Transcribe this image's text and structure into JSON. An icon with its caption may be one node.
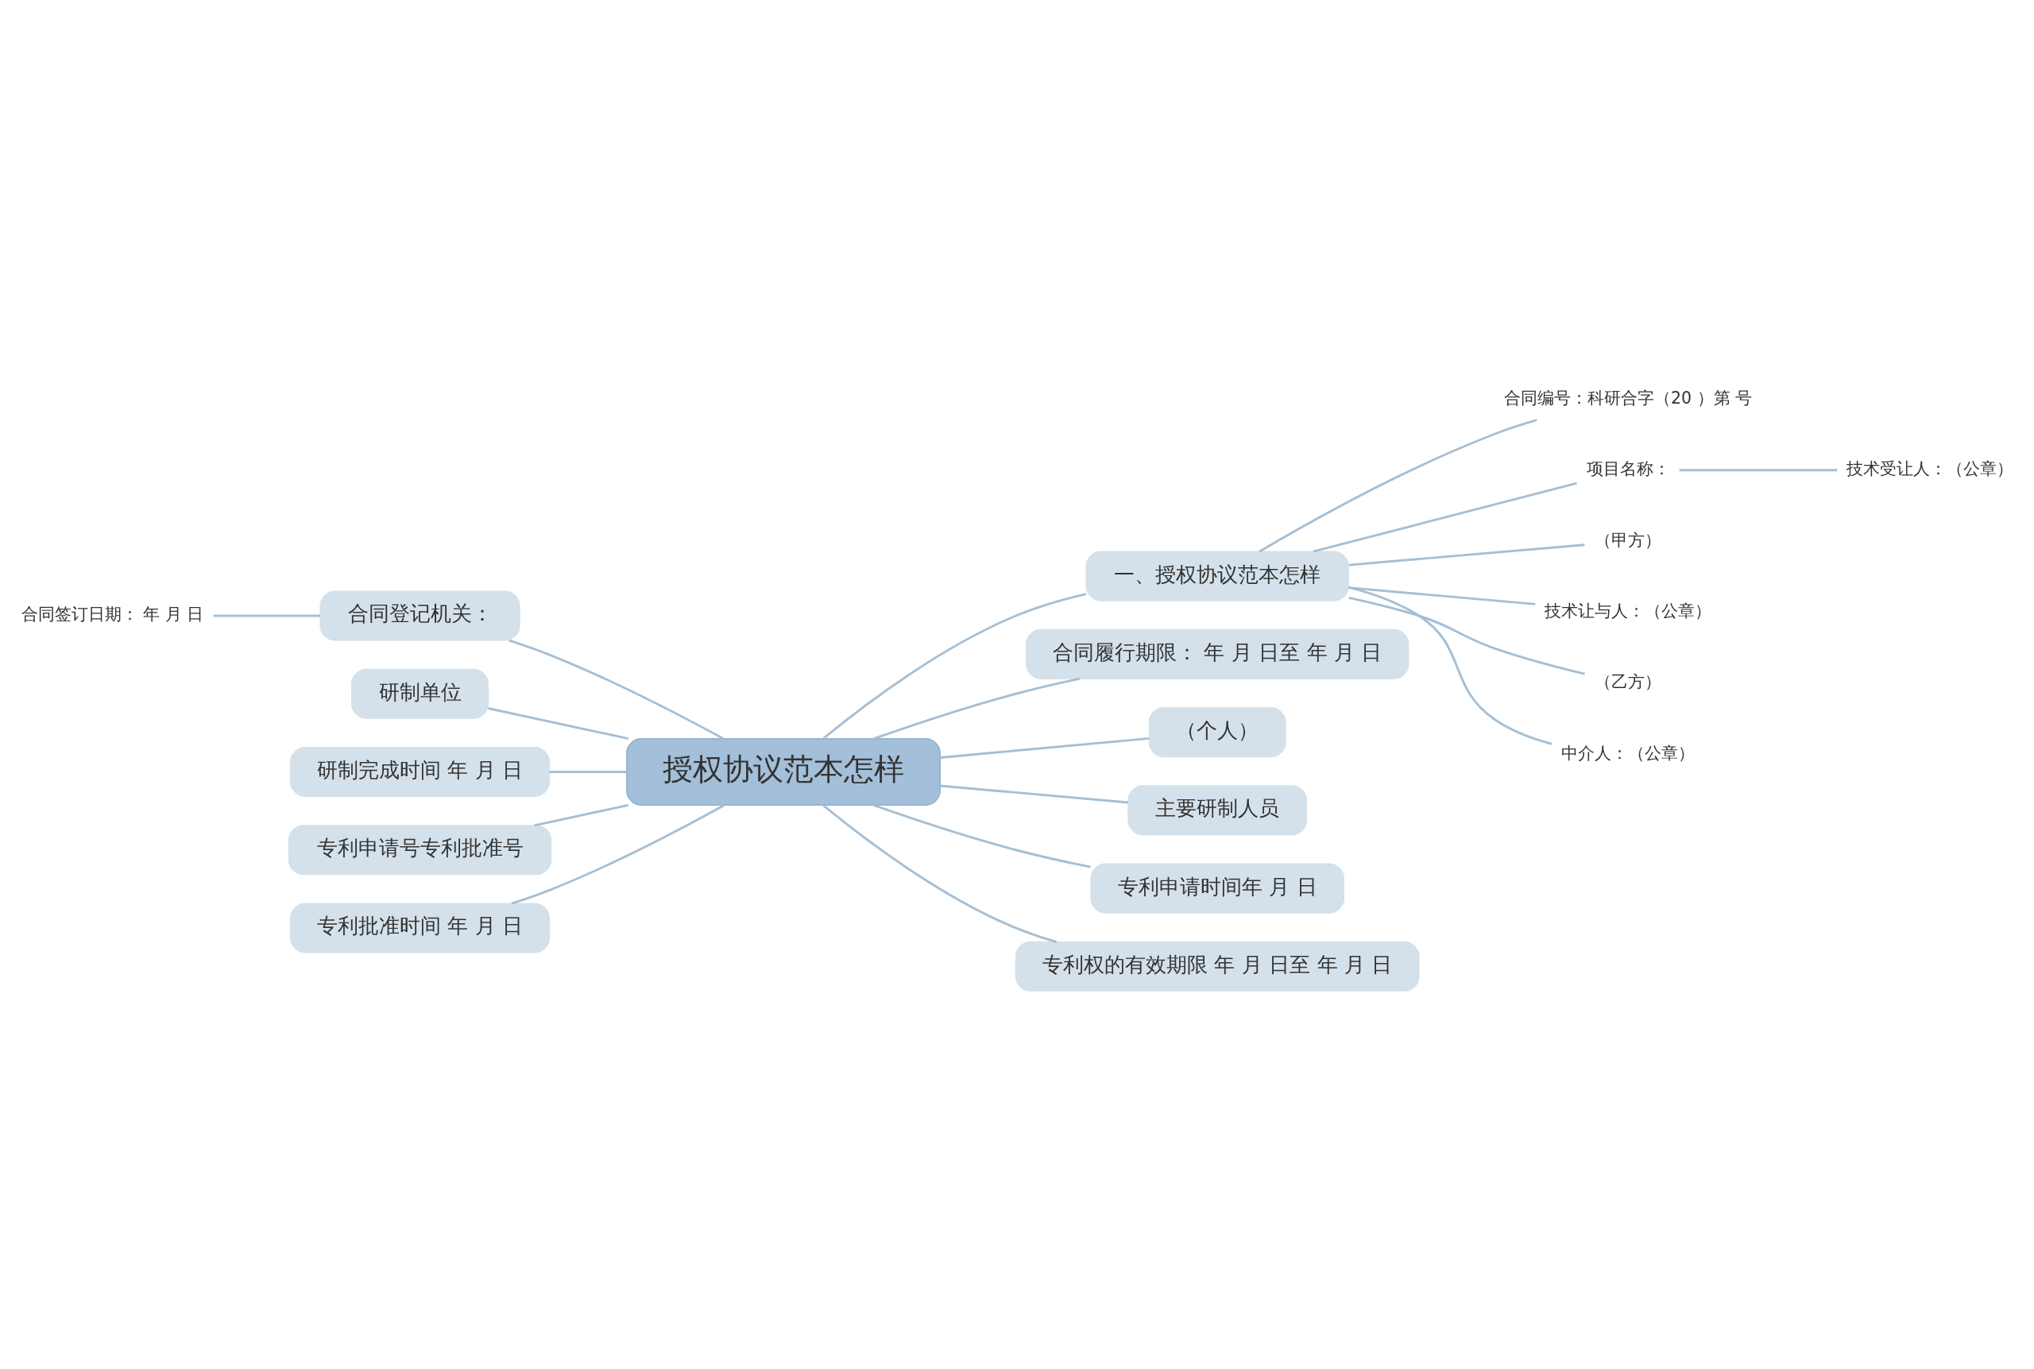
{
  "diagram": {
    "nodes": [
      {
        "text": [
          "授权协议范本怎样"
        ]
      },
      {
        "text": [
          "一、授权协议范本怎样"
        ]
      },
      {
        "text": [
          "合同编号：科研合字（20 ）第 号"
        ]
      },
      {
        "text": [
          "项目名称："
        ]
      },
      {
        "text": [
          "技术受让人：（公章）"
        ]
      },
      {
        "text": [
          "（甲方）"
        ]
      },
      {
        "text": [
          "技术让与人：（公章）"
        ]
      },
      {
        "text": [
          "（乙方）"
        ]
      },
      {
        "text": [
          "中介人：（公章）"
        ]
      },
      {
        "text": [
          "合同履行期限： 年 月 日至 年 月 日"
        ]
      },
      {
        "text": [
          "（个人）"
        ]
      },
      {
        "text": [
          "主要研制人员"
        ]
      },
      {
        "text": [
          "专利申请时间年 月 日"
        ]
      },
      {
        "text": [
          "专利权的有效期限 年 月 日至 年 月 日"
        ]
      },
      {
        "text": [
          "合同登记机关："
        ]
      },
      {
        "text": [
          "合同签订日期： 年 月 日"
        ]
      },
      {
        "text": [
          "研制单位"
        ]
      },
      {
        "text": [
          "研制完成时间 年 月 日"
        ]
      },
      {
        "text": [
          "专利申请号专利批准号"
        ]
      },
      {
        "text": [
          "专利批准时间 年 月 日"
        ]
      }
    ],
    "edges": [
      {
        "from": 0,
        "to": 1,
        "arrow": "none"
      },
      {
        "from": 1,
        "to": 2,
        "arrow": "none"
      },
      {
        "from": 1,
        "to": 3,
        "arrow": "none"
      },
      {
        "from": 3,
        "to": 4,
        "arrow": "none"
      },
      {
        "from": 1,
        "to": 5,
        "arrow": "none"
      },
      {
        "from": 1,
        "to": 6,
        "arrow": "none"
      },
      {
        "from": 1,
        "to": 7,
        "arrow": "none"
      },
      {
        "from": 1,
        "to": 8,
        "arrow": "none"
      },
      {
        "from": 0,
        "to": 9,
        "arrow": "none"
      },
      {
        "from": 0,
        "to": 10,
        "arrow": "none"
      },
      {
        "from": 0,
        "to": 11,
        "arrow": "none"
      },
      {
        "from": 0,
        "to": 12,
        "arrow": "none"
      },
      {
        "from": 0,
        "to": 13,
        "arrow": "none"
      },
      {
        "from": 0,
        "to": 14,
        "arrow": "none"
      },
      {
        "from": 14,
        "to": 15,
        "arrow": "none"
      },
      {
        "from": 0,
        "to": 16,
        "arrow": "none"
      },
      {
        "from": 0,
        "to": 17,
        "arrow": "none"
      },
      {
        "from": 0,
        "to": 18,
        "arrow": "none"
      },
      {
        "from": 0,
        "to": 19,
        "arrow": "none"
      }
    ]
  }
}
